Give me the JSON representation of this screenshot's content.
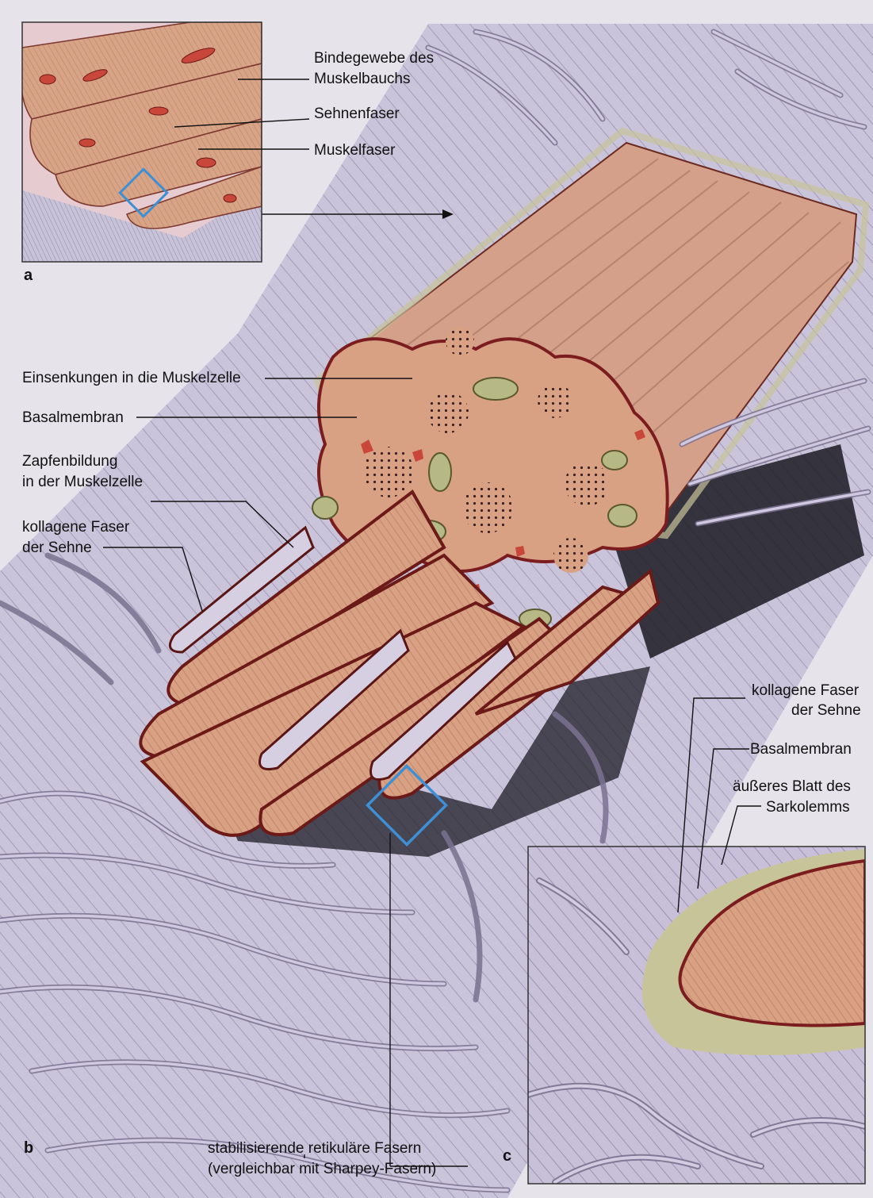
{
  "panel_a": {
    "letter": "a",
    "labels": {
      "bindegewebe_line1": "Bindegewebe des",
      "bindegewebe_line2": "Muskelbauchs",
      "sehnenfaser": "Sehnenfaser",
      "muskelfaser": "Muskelfaser"
    }
  },
  "panel_b": {
    "letter": "b",
    "labels": {
      "einsenkungen": "Einsenkungen in die Muskelzelle",
      "basalmembran": "Basalmembran",
      "zapfen_line1": "Zapfenbildung",
      "zapfen_line2": "in der Muskelzelle",
      "kollagen_line1": "kollagene Faser",
      "kollagen_line2": "der Sehne",
      "retikulaer_line1": "stabilisierende retikuläre Fasern",
      "retikulaer_line2": "(vergleichbar mit Sharpey-Fasern)"
    }
  },
  "panel_c": {
    "letter": "c",
    "labels": {
      "kollagen_line1": "kollagene Faser",
      "kollagen_line2": "der Sehne",
      "basalmembran": "Basalmembran",
      "blatt_line1": "äußeres Blatt des",
      "blatt_line2": "Sarkolemms"
    }
  },
  "colors": {
    "muscle": "#d9a184",
    "muscle_dark": "#b87a5e",
    "collagen": "#b9b0cf",
    "collagen_edge": "#5d5470",
    "membrane": "#8a1f22",
    "mitochondria": "#b6b885",
    "nucleus": "#c9463b",
    "highlight": "#3d8fd6"
  }
}
